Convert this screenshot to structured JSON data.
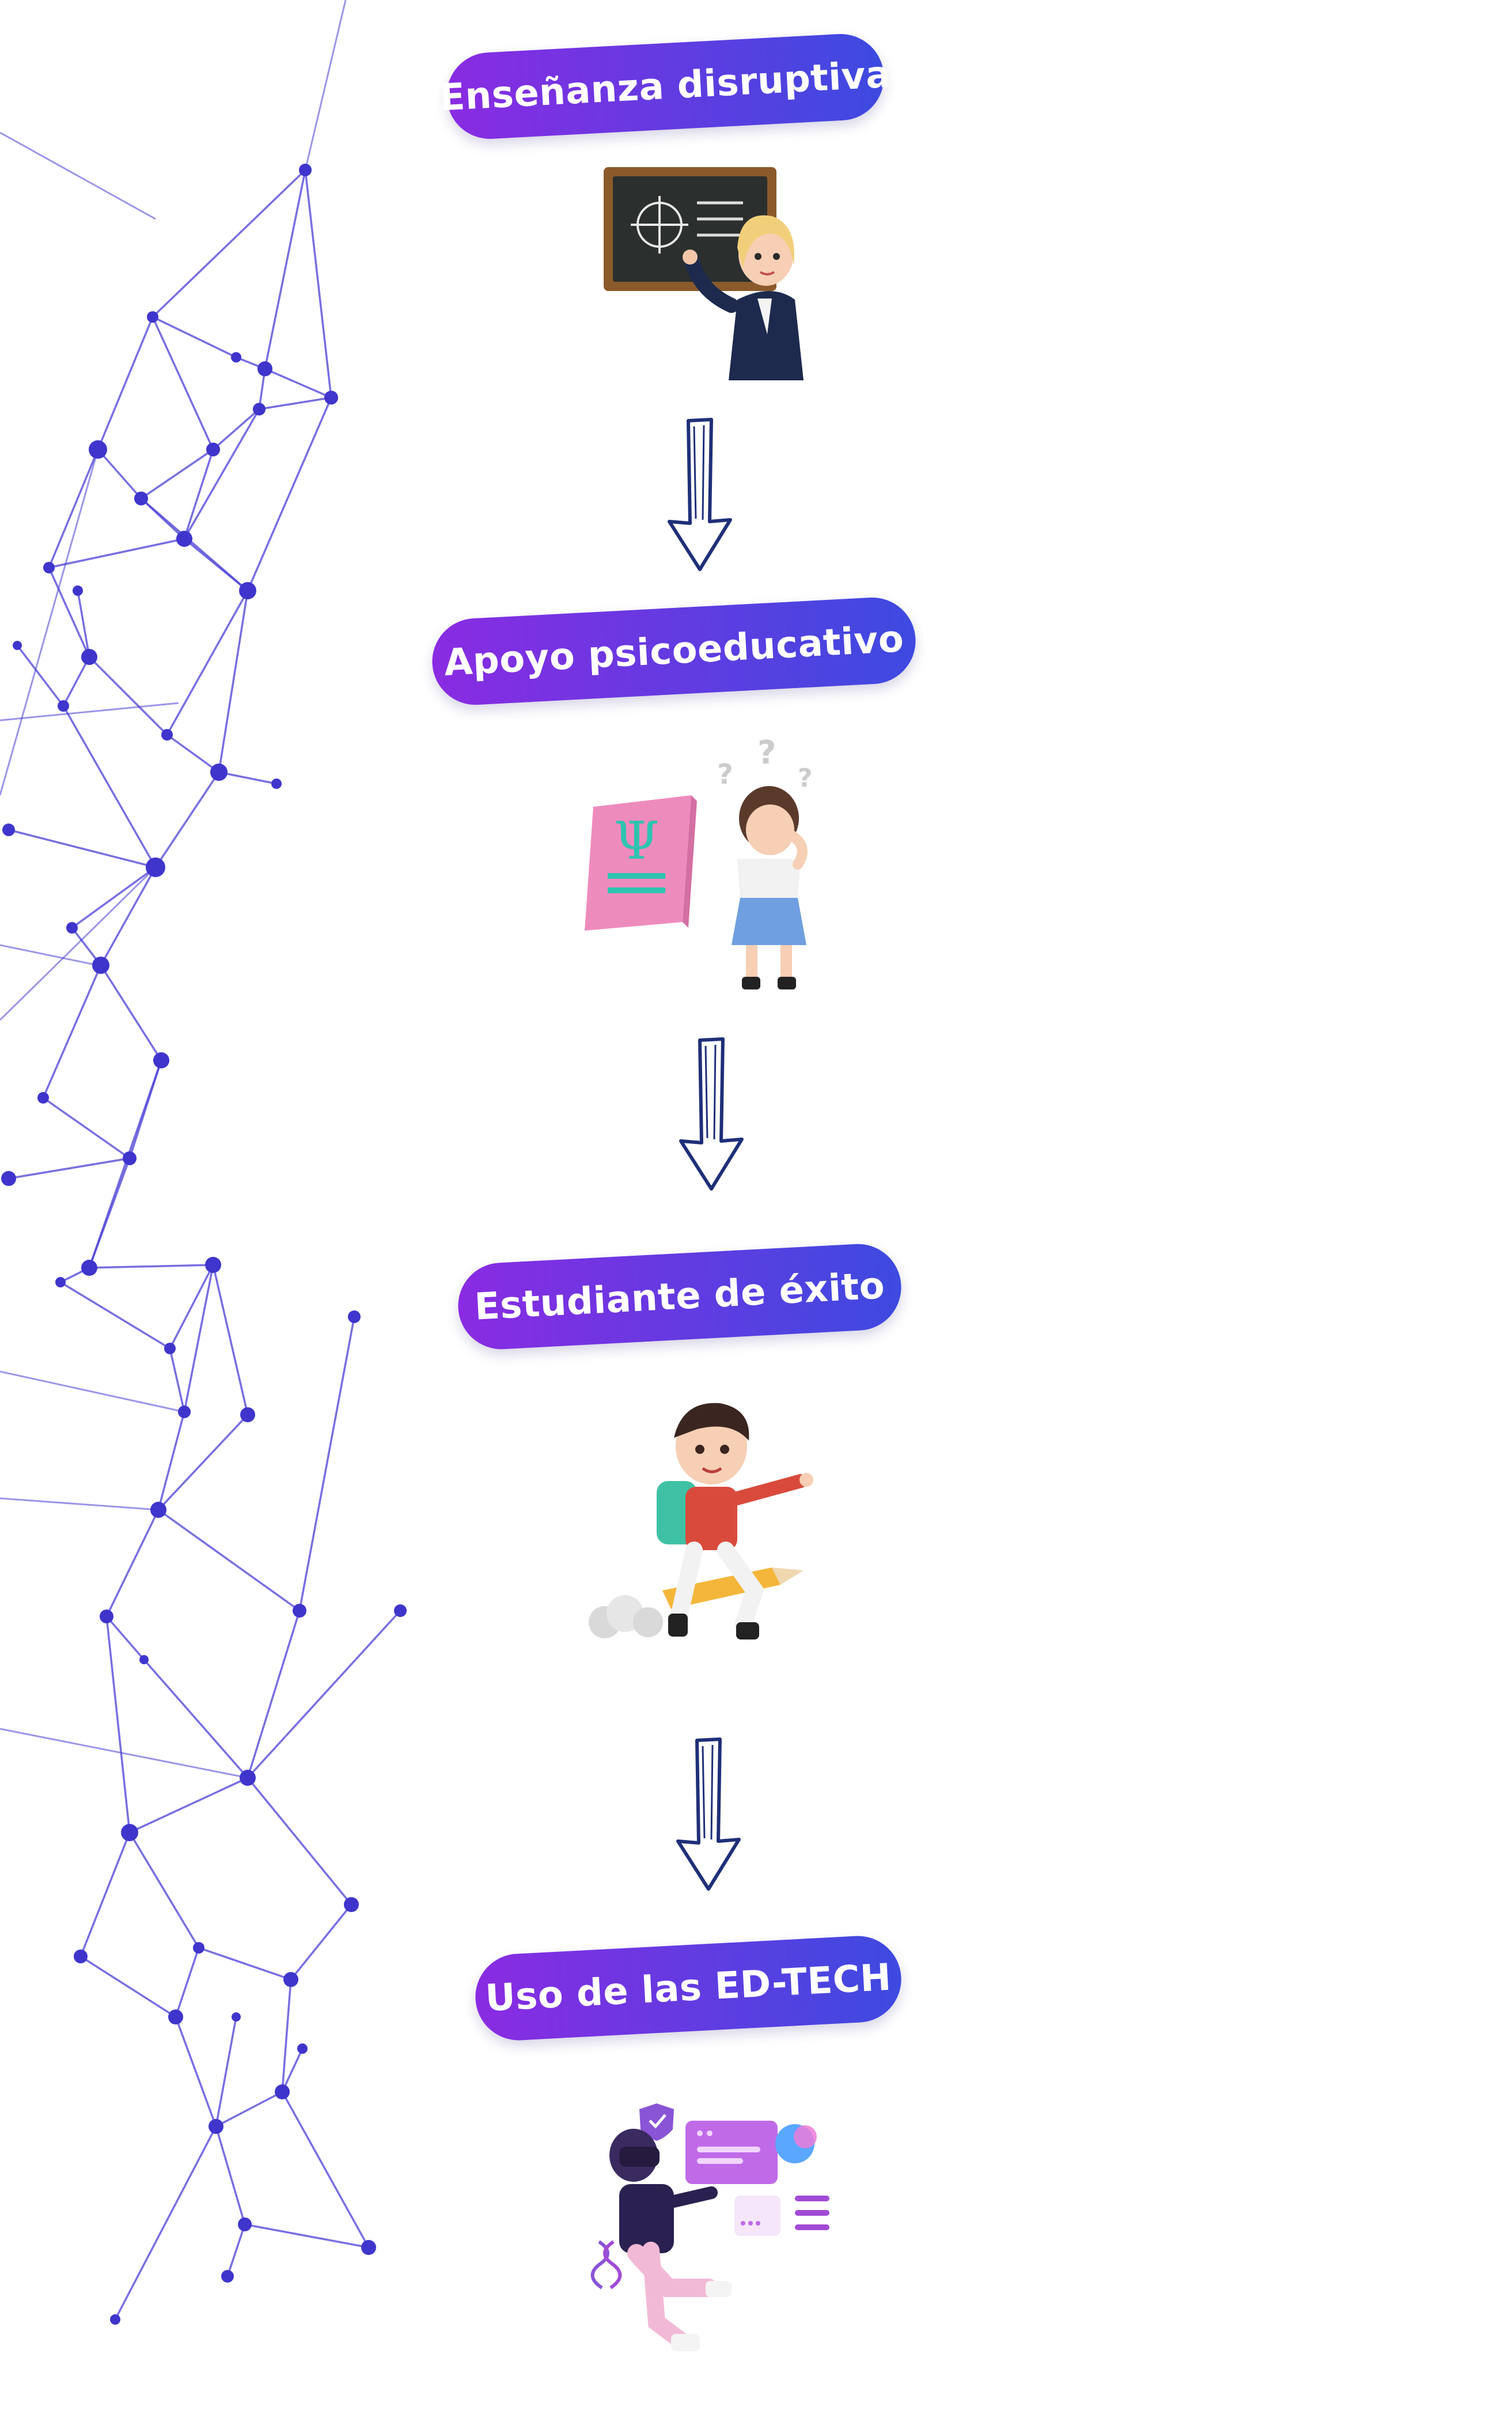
{
  "colors": {
    "network_line": "#4a3fd6",
    "network_node": "#3f35cc",
    "pill_start": "#8a2be2",
    "pill_end": "#3d4ae0",
    "arrow": "#1f2f78"
  },
  "steps": [
    {
      "label": "Enseñanza disruptiva",
      "illustration": "teacher-at-chalkboard"
    },
    {
      "label": "Apoyo psicoeducativo",
      "illustration": "psychology-book-and-thinking-girl"
    },
    {
      "label": "Estudiante de éxito",
      "illustration": "student-flying-on-pencil"
    },
    {
      "label": "Uso de las ED-TECH",
      "illustration": "vr-user-with-edtech-icons"
    }
  ]
}
